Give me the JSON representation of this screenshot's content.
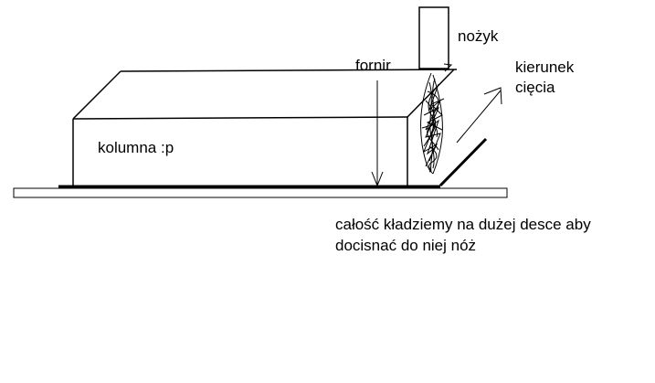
{
  "labels": {
    "knife": "nożyk",
    "veneer": "fornir",
    "direction_line1": "kierunek",
    "direction_line2": "cięcia",
    "column": "kolumna :p",
    "note_line1": "całość kładziemy na  dużej desce aby",
    "note_line2": "docisnać do niej nóż"
  },
  "colors": {
    "ink": "#000000",
    "background": "#ffffff"
  }
}
